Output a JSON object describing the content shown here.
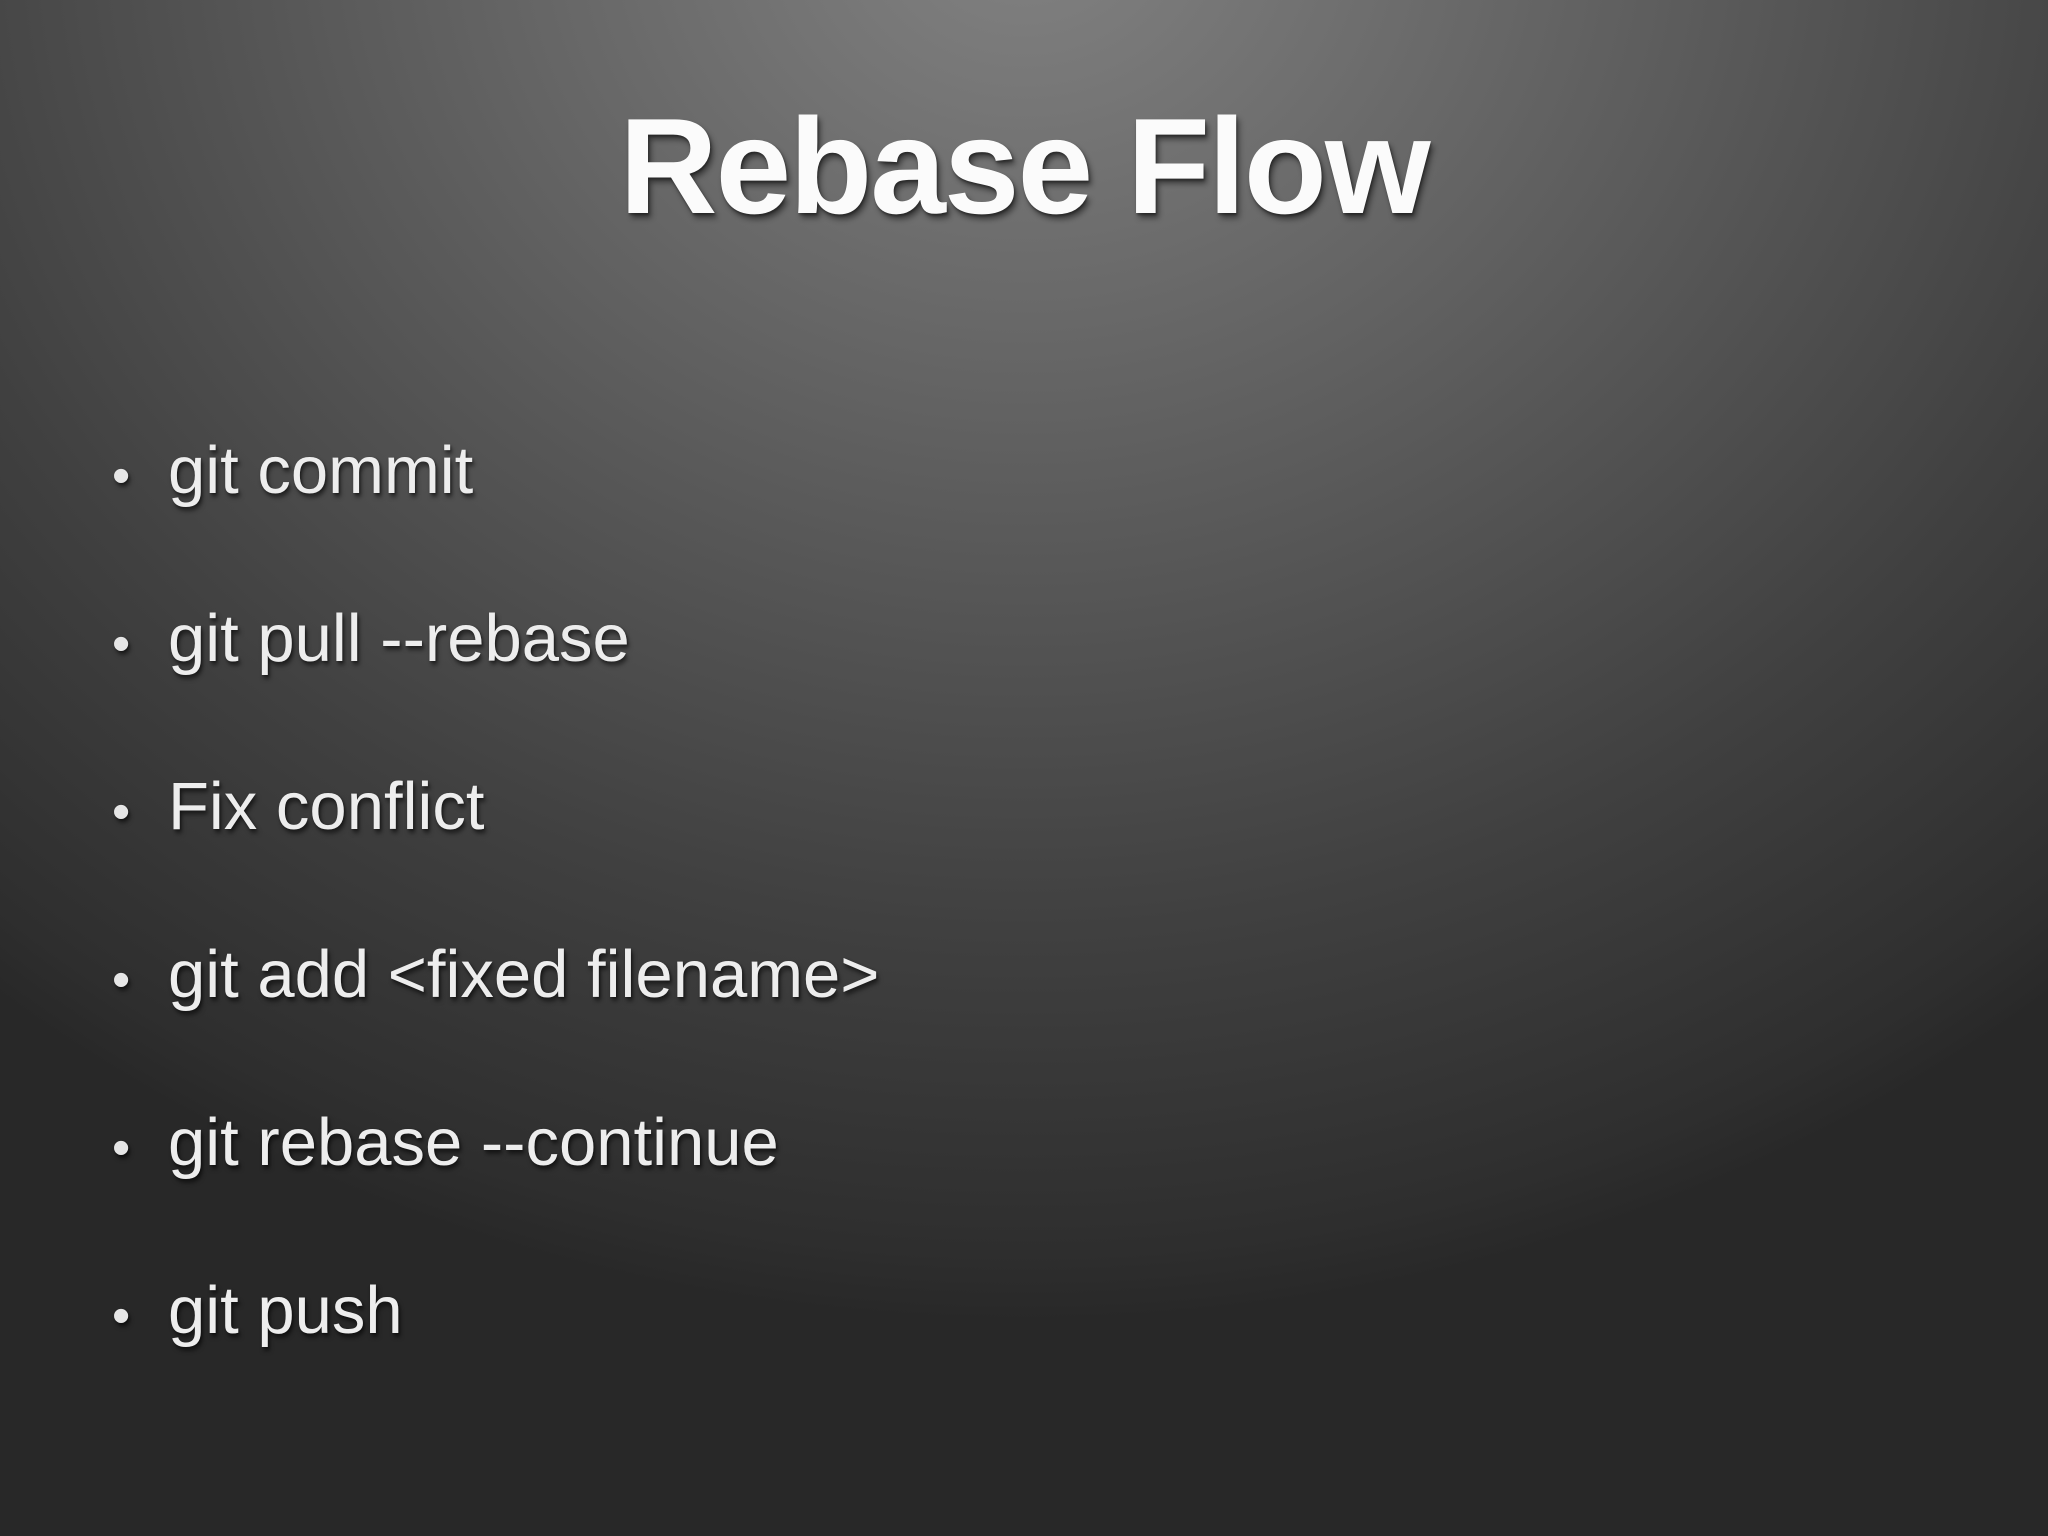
{
  "slide": {
    "title": "Rebase Flow",
    "bullet_glyph": "•",
    "bullets": [
      {
        "label": "git commit"
      },
      {
        "label": "git pull --rebase"
      },
      {
        "label": "Fix conflict"
      },
      {
        "label": "git add <fixed filename>"
      },
      {
        "label": "git rebase --continue"
      },
      {
        "label": "git push"
      }
    ],
    "colors": {
      "background_top": "#828282",
      "background_bottom": "#282828",
      "title_text": "#fbfbfb",
      "bullet_text": "#ededed"
    }
  }
}
